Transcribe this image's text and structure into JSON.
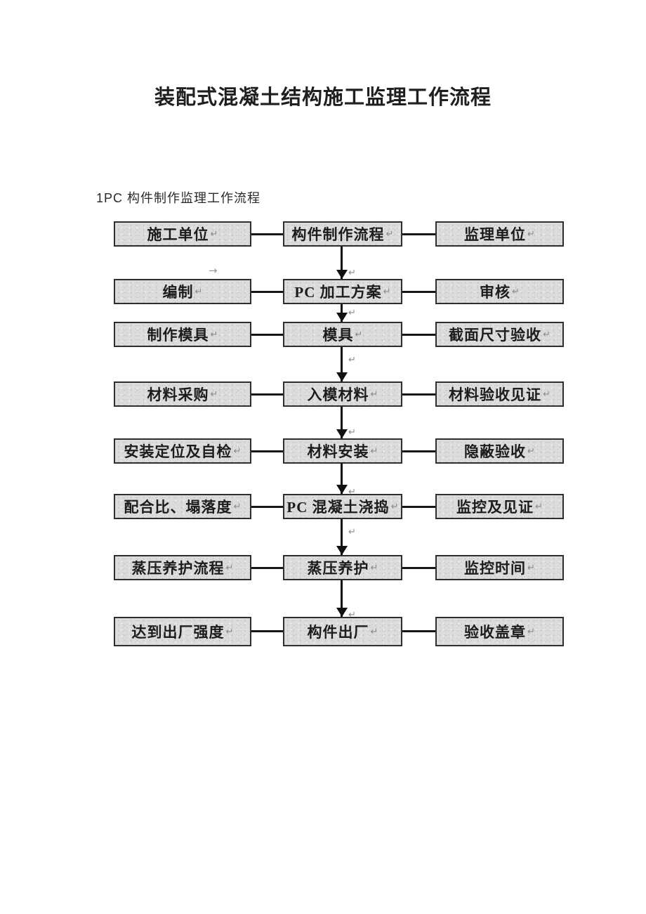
{
  "document": {
    "title": "装配式混凝土结构施工监理工作流程",
    "section_heading": "1PC 构件制作监理工作流程"
  },
  "flowchart": {
    "return_mark": "↵",
    "artifact_arrow": "→",
    "rows": [
      {
        "left": "施工单位",
        "middle": "构件制作流程",
        "right": "监理单位"
      },
      {
        "left": "编制",
        "middle": "PC 加工方案",
        "right": "审核"
      },
      {
        "left": "制作模具",
        "middle": "模具",
        "right": "截面尺寸验收"
      },
      {
        "left": "材料采购",
        "middle": "入模材料",
        "right": "材料验收见证"
      },
      {
        "left": "安装定位及自检",
        "middle": "材料安装",
        "right": "隐蔽验收"
      },
      {
        "left": "配合比、塌落度",
        "middle": "PC 混凝土浇捣",
        "right": "监控及见证"
      },
      {
        "left": "蒸压养护流程",
        "middle": "蒸压养护",
        "right": "监控时间"
      },
      {
        "left": "达到出厂强度",
        "middle": "构件出厂",
        "right": "验收盖章"
      }
    ]
  },
  "colors": {
    "box_fill": "#dcdcdc",
    "box_border": "#2e2e2e",
    "connector_line": "#161616",
    "box_text": "#1c1c1c",
    "formatting_mark": "#8a8a8a",
    "page_background": "#ffffff"
  }
}
